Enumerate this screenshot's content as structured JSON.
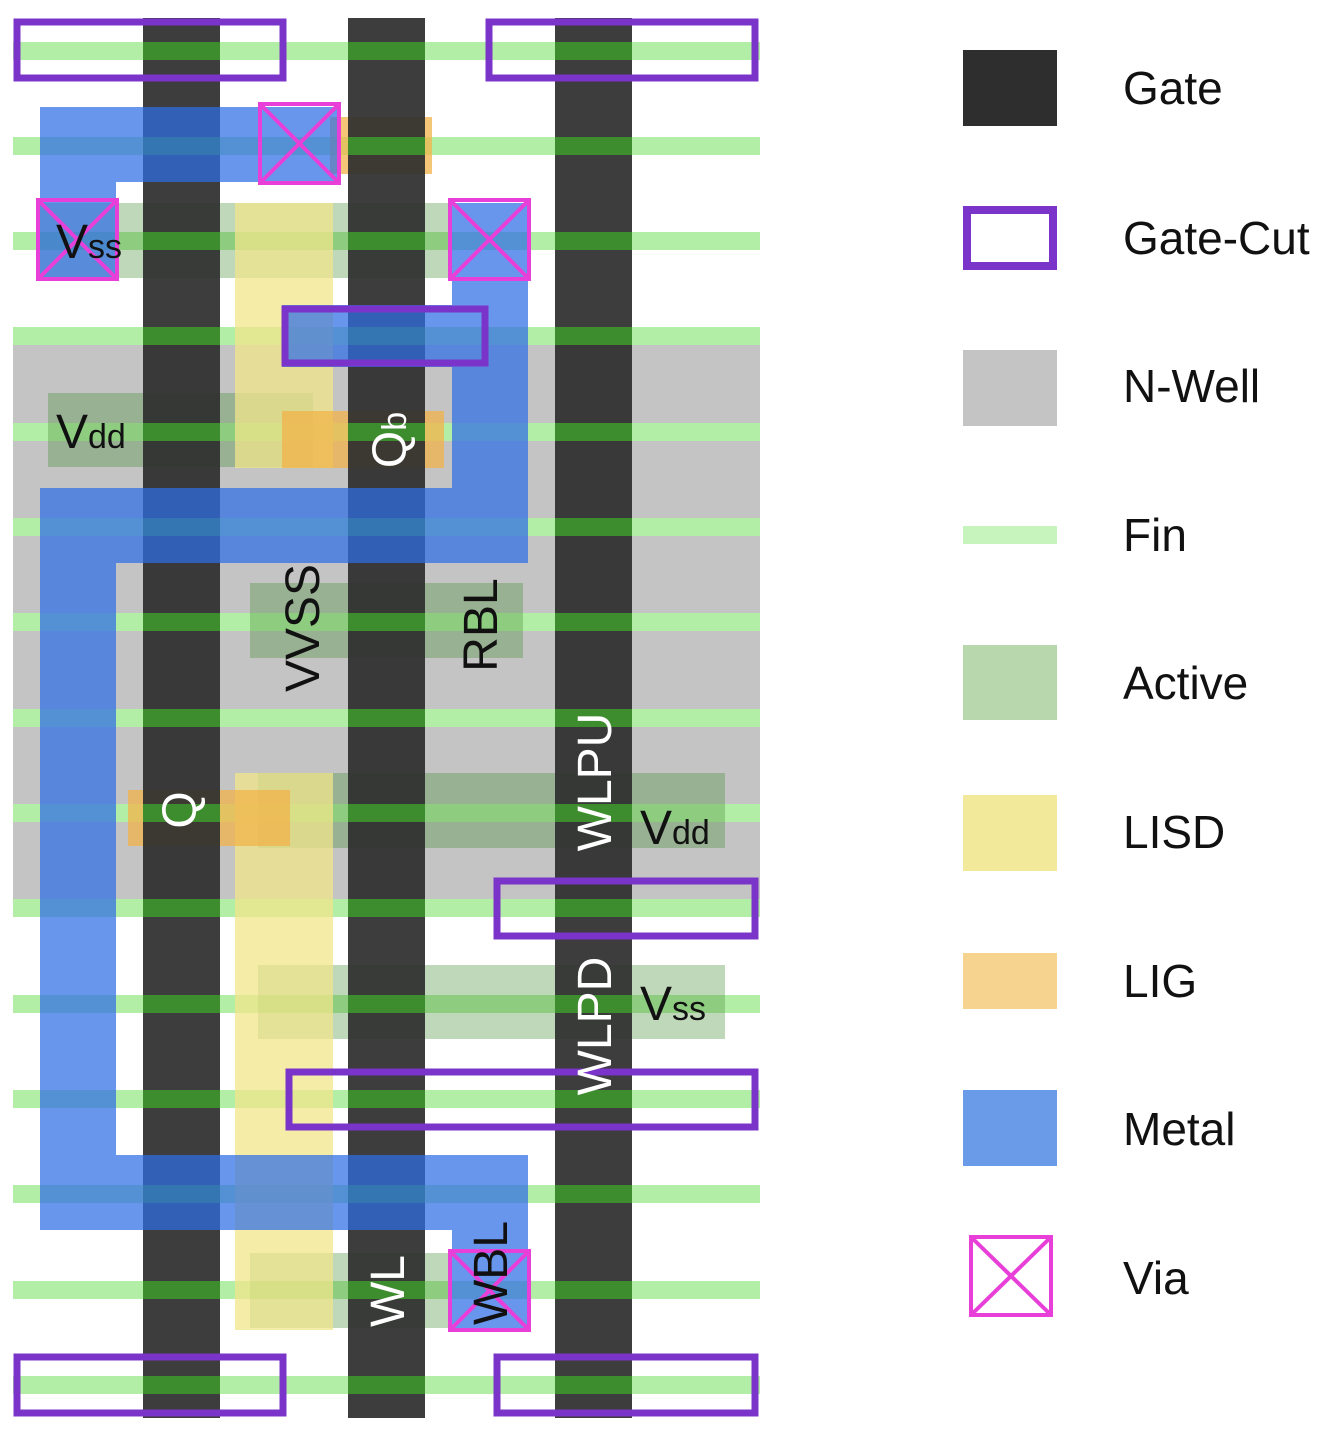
{
  "colors": {
    "gate": "#2e2e2e",
    "gate_cut": "#7b34c9",
    "nwell": "#c4c4c4",
    "fin": "#b3eea6",
    "fin_on_gate": "#3d8c2e",
    "active": "#4a8f3a",
    "lisd": "#f0e68a",
    "lig": "#f2b34a",
    "metal": "#2f6ee6",
    "via": "#e83fd8"
  },
  "labels": {
    "vss_top": {
      "main": "V",
      "sub": "ss"
    },
    "vdd_left": {
      "main": "V",
      "sub": "dd"
    },
    "qb": {
      "main": "Q",
      "sub": "b"
    },
    "vvss": "VVSS",
    "rbl": "RBL",
    "wlpu": "WLPU",
    "q": "Q",
    "vdd_right": {
      "main": "V",
      "sub": "dd"
    },
    "wlpd": "WLPD",
    "vss_right": {
      "main": "V",
      "sub": "ss"
    },
    "wl": "WL",
    "wbl": "WBL"
  },
  "legend": [
    {
      "key": "gate",
      "label": "Gate",
      "icon": "gate-swatch"
    },
    {
      "key": "gate_cut",
      "label": "Gate-Cut",
      "icon": "gate-cut-swatch"
    },
    {
      "key": "nwell",
      "label": "N-Well",
      "icon": "nwell-swatch"
    },
    {
      "key": "fin",
      "label": "Fin",
      "icon": "fin-swatch"
    },
    {
      "key": "active",
      "label": "Active",
      "icon": "active-swatch"
    },
    {
      "key": "lisd",
      "label": "LISD",
      "icon": "lisd-swatch"
    },
    {
      "key": "lig",
      "label": "LIG",
      "icon": "lig-swatch"
    },
    {
      "key": "metal",
      "label": "Metal",
      "icon": "metal-swatch"
    },
    {
      "key": "via",
      "label": "Via",
      "icon": "via-icon"
    }
  ]
}
